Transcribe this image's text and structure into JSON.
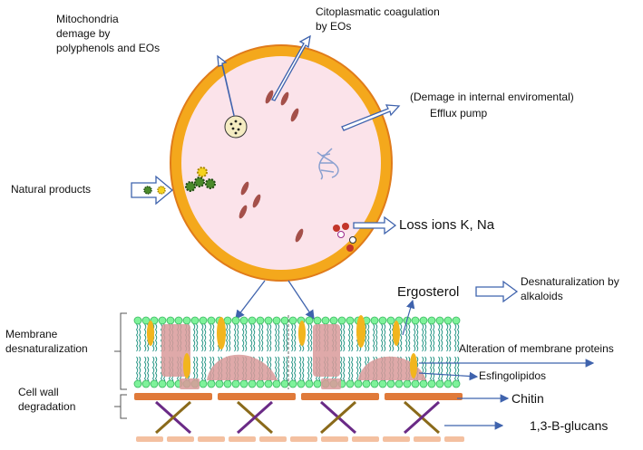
{
  "labels": {
    "mitochondria_l1": "Mitochondria",
    "mitochondria_l2": "demage by",
    "mitochondria_l3": "polyphenols and EOs",
    "coag_l1": "Citoplasmatic coagulation",
    "coag_l2": "by EOs",
    "efflux_l1": "(Demage in internal enviromental)",
    "efflux_l2": "Efflux pump",
    "natural_products": "Natural products",
    "loss_ions": "Loss ions K, Na",
    "ergosterol": "Ergosterol",
    "desnat_alk_l1": "Desnaturalization by",
    "desnat_alk_l2": "alkaloids",
    "membrane_l1": "Membrane",
    "membrane_l2": "desnaturalization",
    "alteration": "Alteration of membrane proteins",
    "esfingolipidos": "Esfingolipidos",
    "cellwall_l1": "Cell wall",
    "cellwall_l2": "degradation",
    "chitin": "Chitin",
    "glucans": "1,3-B-glucans"
  },
  "colors": {
    "cell_wall": "#f4a81c",
    "cell_outline": "#e07b1a",
    "cytoplasm": "#fbe3ea",
    "organelle": "#a4504a",
    "lipid_head": "#7ef29a",
    "lipid_tail": "#2f9a8a",
    "protein_orange": "#f2b51e",
    "protein_pink": "#d99a9a",
    "chitin_bar": "#e07a3a",
    "glucan_bar": "#f4c0a0",
    "cross_purple": "#6a2a86",
    "cross_olive": "#8a6a1a",
    "arrow_blue": "#3f63ad",
    "dna": "#8aa0d0"
  },
  "icons": [
    "mitochondria-icon",
    "dna-icon",
    "natural-product-icon",
    "ion-cluster-icon"
  ]
}
